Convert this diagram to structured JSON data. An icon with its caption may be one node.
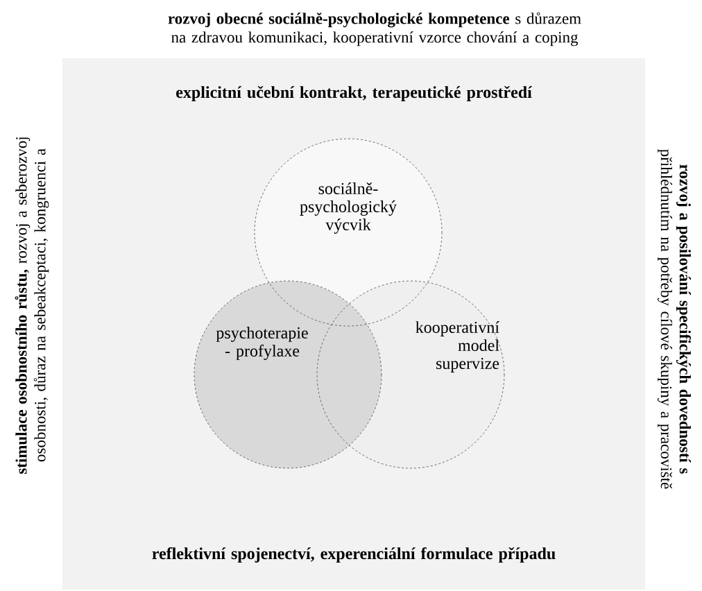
{
  "diagram": {
    "nodes": [
      {
        "text": [
          "explicitní učební kontrakt, terapeutické prostředí",
          "reflektivní spojenectví, experenciální formulace případu"
        ]
      },
      {
        "text": [
          "sociálně- psychologický výcvik"
        ],
        "in": 0
      },
      {
        "text": [
          "psychoterapie - profylaxe"
        ],
        "in": 0
      },
      {
        "text": [
          "kooperativní model supervize"
        ],
        "in": 0
      }
    ],
    "labels": [
      "**rozvoj obecné sociálně-psychologické kompetence** s důrazem na zdravou komunikaci, kooperativní vzorce chování a coping",
      "**stimulace osobnostního růstu,** rozvoj a seberozvoj osobnosti, důraz na sebeakceptaci, kongruenci a",
      "**rozvoj a posilování specifických dovedností s** přihlédnutím na potřeby cílové skupiny a pracoviště"
    ]
  }
}
